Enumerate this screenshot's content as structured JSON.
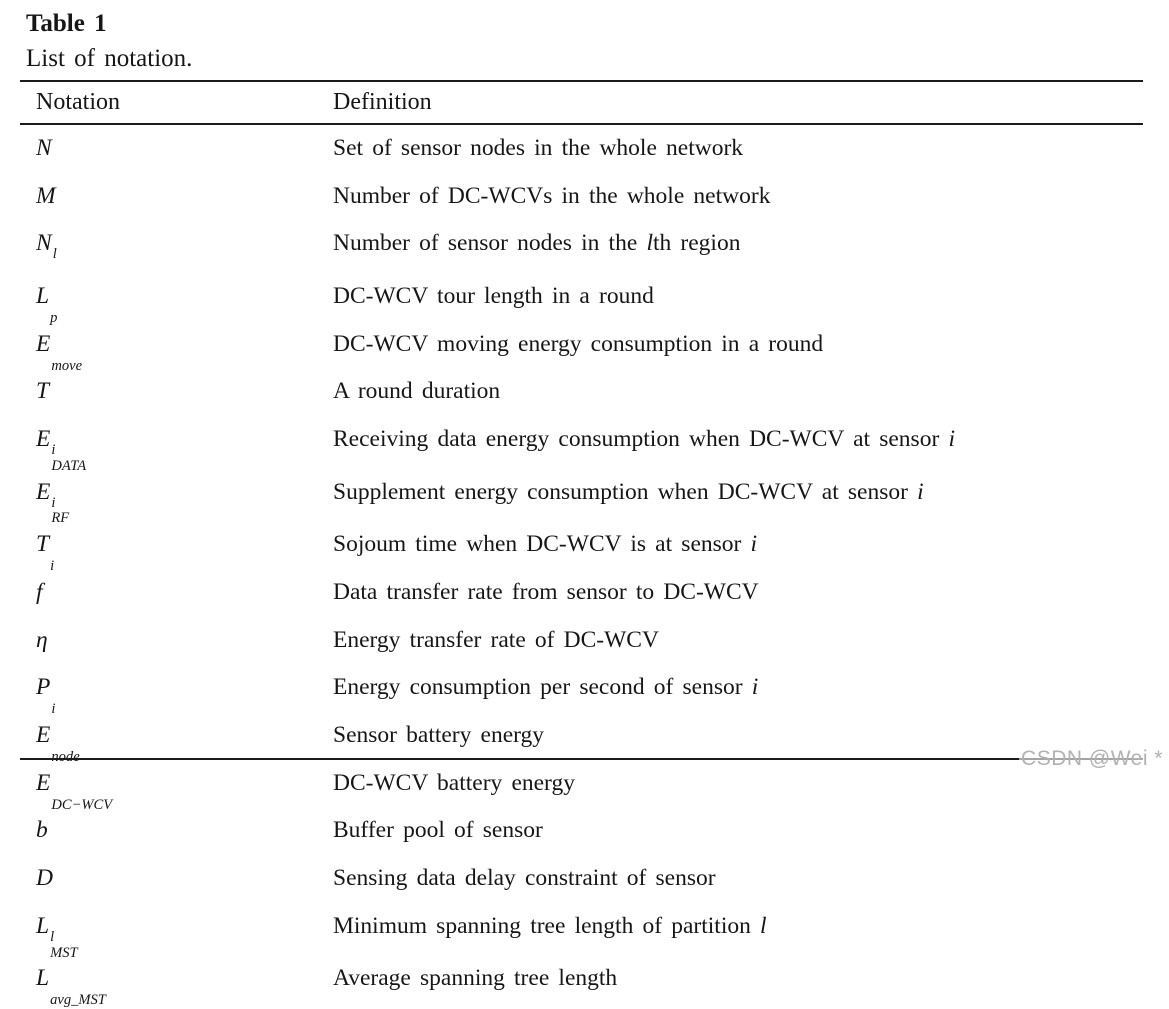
{
  "page": {
    "background_color": "#ffffff",
    "text_color": "#161616",
    "rule_color": "#1c1c1c",
    "watermark_color": "#b2b2b2"
  },
  "title": "Table 1",
  "caption": "List of notation.",
  "watermark": "CSDN @Wei *",
  "table": {
    "headers": [
      "Notation",
      "Definition"
    ],
    "rows": [
      {
        "notation": {
          "base": "N",
          "sup": "",
          "sub": ""
        },
        "definition": {
          "pre": "Set of sensor nodes in the whole network",
          "it": "",
          "post": ""
        }
      },
      {
        "notation": {
          "base": "M",
          "sup": "",
          "sub": ""
        },
        "definition": {
          "pre": "Number of DC-WCVs in the whole network",
          "it": "",
          "post": ""
        }
      },
      {
        "notation": {
          "base": "N",
          "sup": "l",
          "sub": ""
        },
        "definition": {
          "pre": "Number of sensor nodes in the ",
          "it": "l",
          "post": "th region"
        }
      },
      {
        "notation": {
          "base": "L",
          "sup": "",
          "sub": "p"
        },
        "definition": {
          "pre": "DC-WCV tour length in a round",
          "it": "",
          "post": ""
        }
      },
      {
        "notation": {
          "base": "E",
          "sup": "",
          "sub": "move"
        },
        "definition": {
          "pre": "DC-WCV moving energy consumption in a round",
          "it": "",
          "post": ""
        }
      },
      {
        "notation": {
          "base": "T",
          "sup": "",
          "sub": ""
        },
        "definition": {
          "pre": "A round duration",
          "it": "",
          "post": ""
        }
      },
      {
        "notation": {
          "base": "E",
          "sup": "i",
          "sub": "DATA"
        },
        "definition": {
          "pre": "Receiving data energy consumption when DC-WCV at sensor ",
          "it": "i",
          "post": ""
        }
      },
      {
        "notation": {
          "base": "E",
          "sup": "i",
          "sub": "RF"
        },
        "definition": {
          "pre": "Supplement energy consumption when DC-WCV at sensor ",
          "it": "i",
          "post": ""
        }
      },
      {
        "notation": {
          "base": "T",
          "sup": "",
          "sub": "i"
        },
        "definition": {
          "pre": "Sojoum time when DC-WCV is at sensor ",
          "it": "i",
          "post": ""
        }
      },
      {
        "notation": {
          "base": "f",
          "sup": "",
          "sub": ""
        },
        "definition": {
          "pre": "Data transfer rate from sensor to DC-WCV",
          "it": "",
          "post": ""
        }
      },
      {
        "notation": {
          "base": "η",
          "sup": "",
          "sub": ""
        },
        "definition": {
          "pre": "Energy transfer rate of DC-WCV",
          "it": "",
          "post": ""
        }
      },
      {
        "notation": {
          "base": "P",
          "sup": "",
          "sub": "i"
        },
        "definition": {
          "pre": "Energy consumption per second of sensor ",
          "it": "i",
          "post": ""
        }
      },
      {
        "notation": {
          "base": "E",
          "sup": "",
          "sub": "node"
        },
        "definition": {
          "pre": "Sensor battery energy",
          "it": "",
          "post": ""
        }
      },
      {
        "notation": {
          "base": "E",
          "sup": "",
          "sub": "DC−WCV"
        },
        "definition": {
          "pre": "DC-WCV battery energy",
          "it": "",
          "post": ""
        }
      },
      {
        "notation": {
          "base": "b",
          "sup": "",
          "sub": ""
        },
        "definition": {
          "pre": "Buffer pool of sensor",
          "it": "",
          "post": ""
        }
      },
      {
        "notation": {
          "base": "D",
          "sup": "",
          "sub": ""
        },
        "definition": {
          "pre": "Sensing data delay constraint of sensor",
          "it": "",
          "post": ""
        }
      },
      {
        "notation": {
          "base": "L",
          "sup": "l",
          "sub": "MST"
        },
        "definition": {
          "pre": "Minimum spanning tree length of partition ",
          "it": "l",
          "post": ""
        }
      },
      {
        "notation": {
          "base": "L",
          "sup": "",
          "sub": "avg_MST"
        },
        "definition": {
          "pre": "Average spanning tree length",
          "it": "",
          "post": ""
        }
      }
    ]
  }
}
